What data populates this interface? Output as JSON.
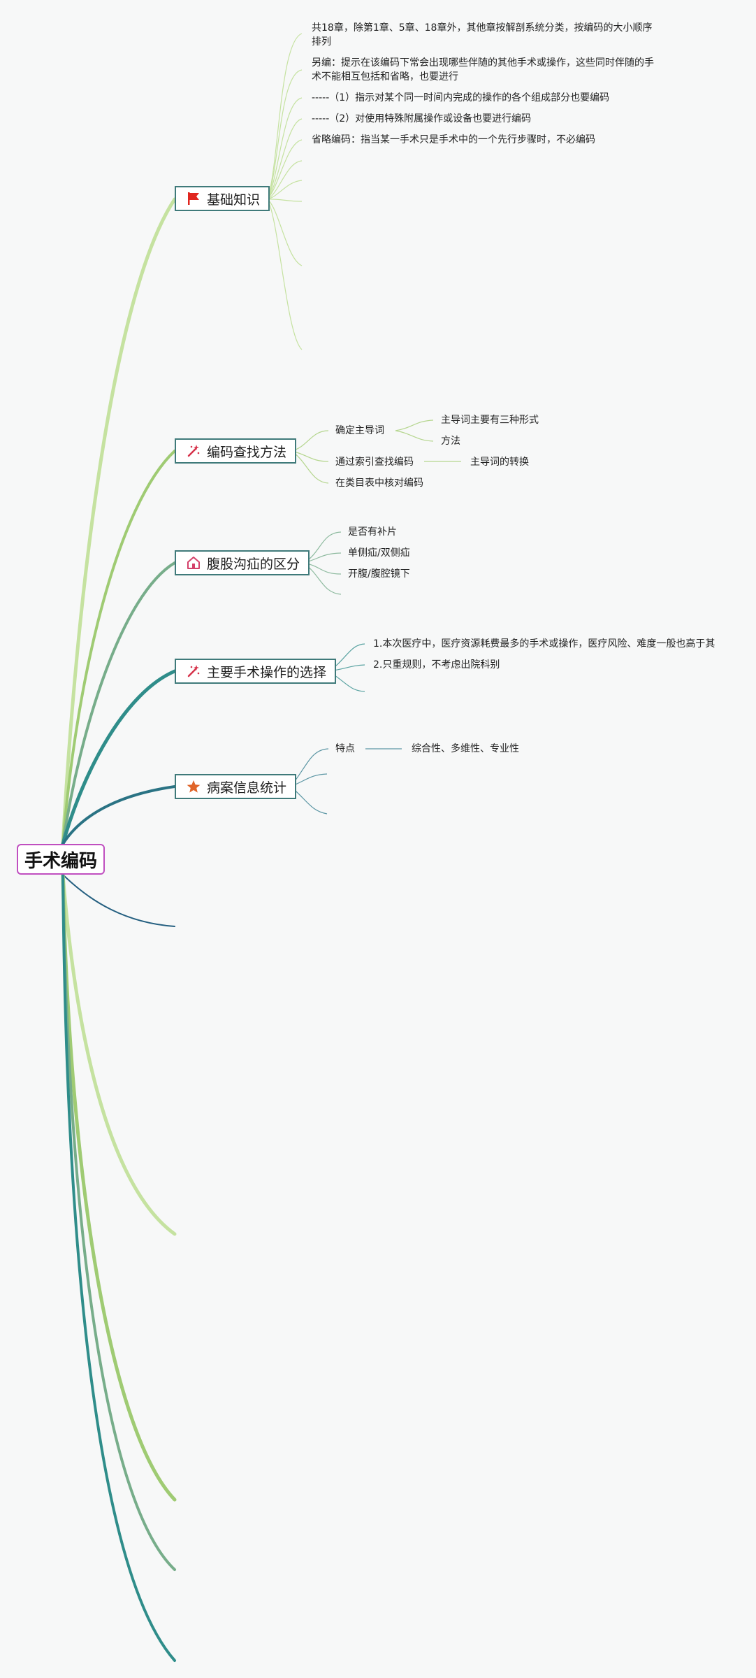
{
  "root": {
    "label": "手术编码"
  },
  "topics": {
    "basics": {
      "label": "基础知识",
      "icon": "red-flag-icon",
      "items": [
        "共18章，除第1章、5章、18章外，其他章按解剖系统分类，按编码的大小顺序排列",
        "另编：提示在该编码下常会出现哪些伴随的其他手术或操作，这些同时伴随的手术不能相互包括和省略，也要进行",
        "-----（1）指示对某个同一时间内完成的操作的各个组成部分也要编码",
        "-----（2）对使用特殊附属操作或设备也要进行编码",
        "省略编码：指当某一手术只是手术中的一个先行步骤时，不必编码"
      ]
    },
    "lookup": {
      "label": "编码查找方法",
      "icon": "magic-wand-icon",
      "items": [
        "确定主导词",
        "通过索引查找编码",
        "在类目表中核对编码"
      ],
      "sub_main_word": [
        "主导词主要有三种形式",
        "方法"
      ],
      "sub_index": "主导词的转换"
    },
    "hernia": {
      "label": "腹股沟疝的区分",
      "icon": "house-icon",
      "items": [
        "是否有补片",
        "单侧疝/双侧疝",
        "开腹/腹腔镜下"
      ]
    },
    "main_surgery": {
      "label": "主要手术操作的选择",
      "icon": "magic-wand-icon",
      "items": [
        "1.本次医疗中，医疗资源耗费最多的手术或操作，医疗风险、难度一般也高于其",
        "2.只重规则，不考虑出院科别"
      ]
    },
    "stats": {
      "label": "病案信息统计",
      "icon": "star-icon",
      "items": [
        "特点"
      ],
      "sub_feature": "综合性、多维性、专业性"
    }
  },
  "colors": {
    "light_green": "#c5e2a0",
    "green": "#9fcb73",
    "sage": "#77ad8a",
    "teal": "#2f8d8a",
    "dark_teal": "#2a7384",
    "root_border": "#c04fc0",
    "topic_border": "#3f7a7a",
    "flag_red": "#e0261f",
    "wand_red": "#d6324a",
    "house_pink": "#d4406a",
    "star_orange": "#e0652a"
  }
}
